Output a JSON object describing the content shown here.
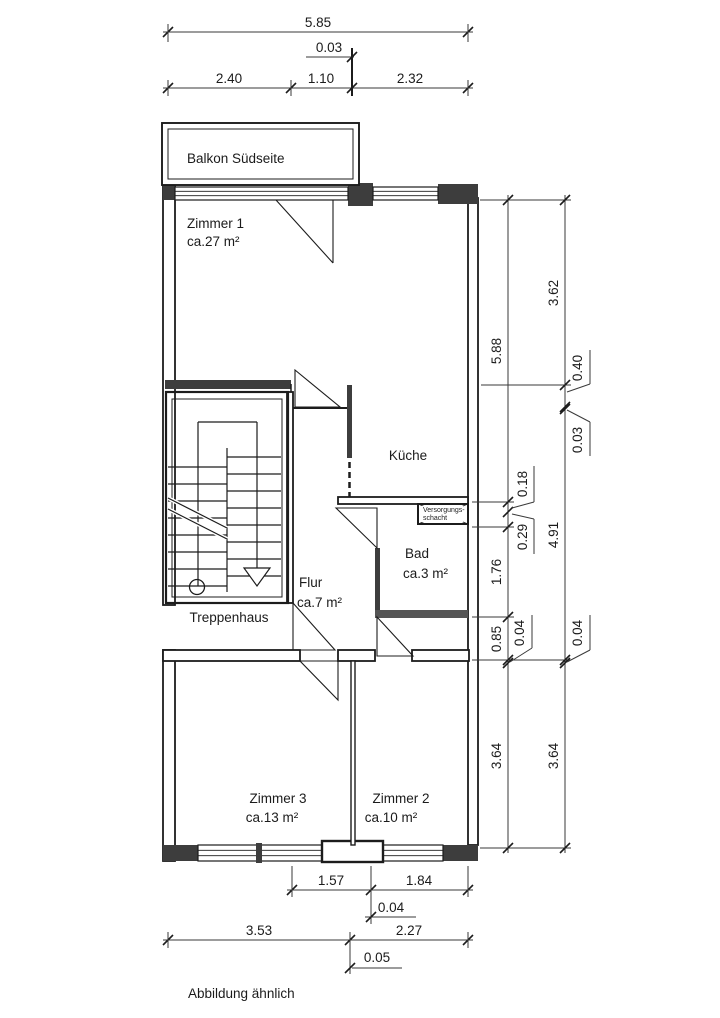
{
  "rooms": {
    "balkon": {
      "name": "Balkon Südseite"
    },
    "zimmer1": {
      "name": "Zimmer 1",
      "area": "ca.27 m²"
    },
    "kueche": {
      "name": "Küche"
    },
    "flur": {
      "name": "Flur",
      "area": "ca.7 m²"
    },
    "bad": {
      "name": "Bad",
      "area": "ca.3  m²"
    },
    "treppenhaus": {
      "name": "Treppenhaus"
    },
    "zimmer3": {
      "name": "Zimmer 3",
      "area": "ca.13 m²"
    },
    "zimmer2": {
      "name": "Zimmer 2",
      "area": "ca.10 m²"
    },
    "versorgungsschacht": {
      "line1": "Versorgungs-",
      "line2": "schacht"
    }
  },
  "dimensions": {
    "top": {
      "total": "5.85",
      "small": "0.03",
      "segments": [
        "2.40",
        "1.10",
        "2.32"
      ]
    },
    "right_inner": [
      "5.88",
      "0.18",
      "0.29",
      "1.76",
      "0.85",
      "0.04",
      "3.64"
    ],
    "right_outer": [
      "3.62",
      "0.40",
      "0.03",
      "4.91",
      "0.04",
      "3.64"
    ],
    "bottom_inner": {
      "segments": [
        "1.57",
        "1.84"
      ],
      "small": "0.04"
    },
    "bottom_outer": {
      "segments": [
        "3.53",
        "2.27"
      ],
      "small": "0.05"
    }
  },
  "footer": {
    "note": "Abbildung ähnlich"
  }
}
